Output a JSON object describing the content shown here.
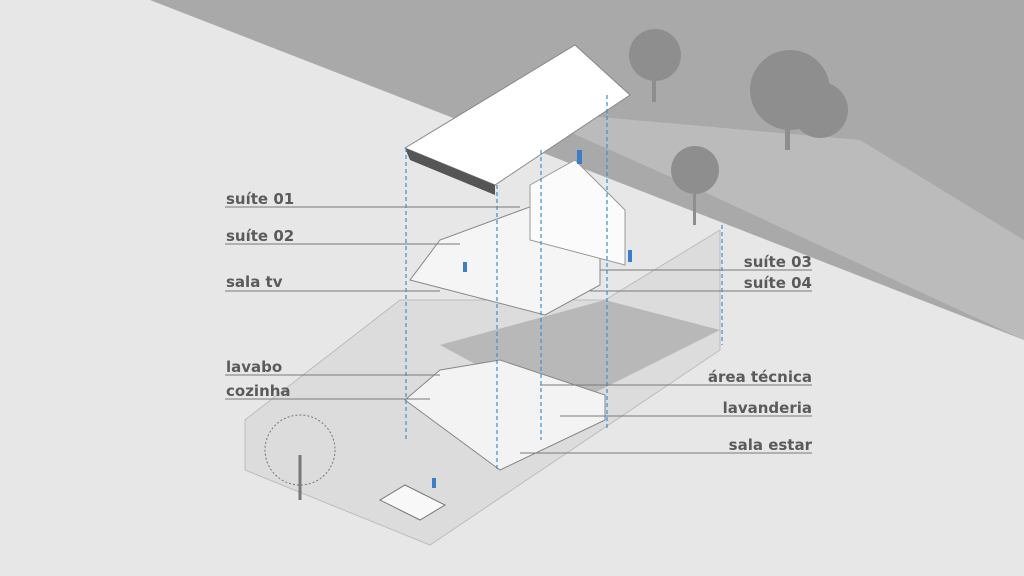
{
  "labels_left": [
    "suíte 01",
    "suíte 02",
    "sala tv",
    "lavabo",
    "cozinha"
  ],
  "labels_right": [
    "suíte 03",
    "suíte 04",
    "área técnica",
    "lavanderia",
    "sala estar"
  ],
  "colors": {
    "background": "#e7e7e7",
    "street": "#a9a9a9",
    "text": "#5b5b5b",
    "accent": "#3a8fd8"
  }
}
